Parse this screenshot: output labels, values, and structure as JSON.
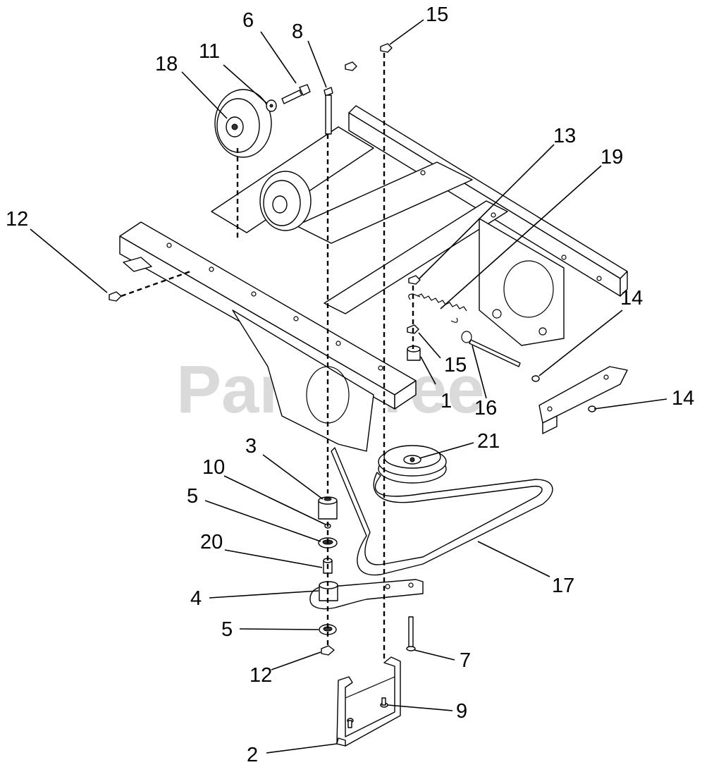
{
  "watermark": "PartsTree",
  "callouts": [
    {
      "id": "c6",
      "text": "6"
    },
    {
      "id": "c8",
      "text": "8"
    },
    {
      "id": "c15a",
      "text": "15"
    },
    {
      "id": "c11",
      "text": "11"
    },
    {
      "id": "c18",
      "text": "18"
    },
    {
      "id": "c13",
      "text": "13"
    },
    {
      "id": "c19",
      "text": "19"
    },
    {
      "id": "c12a",
      "text": "12"
    },
    {
      "id": "c14a",
      "text": "14"
    },
    {
      "id": "c15b",
      "text": "15"
    },
    {
      "id": "c1",
      "text": "1"
    },
    {
      "id": "c16",
      "text": "16"
    },
    {
      "id": "c14b",
      "text": "14"
    },
    {
      "id": "c21",
      "text": "21"
    },
    {
      "id": "c3",
      "text": "3"
    },
    {
      "id": "c10",
      "text": "10"
    },
    {
      "id": "c5a",
      "text": "5"
    },
    {
      "id": "c20",
      "text": "20"
    },
    {
      "id": "c17",
      "text": "17"
    },
    {
      "id": "c4",
      "text": "4"
    },
    {
      "id": "c5b",
      "text": "5"
    },
    {
      "id": "c7",
      "text": "7"
    },
    {
      "id": "c12b",
      "text": "12"
    },
    {
      "id": "c9",
      "text": "9"
    },
    {
      "id": "c2",
      "text": "2"
    }
  ]
}
